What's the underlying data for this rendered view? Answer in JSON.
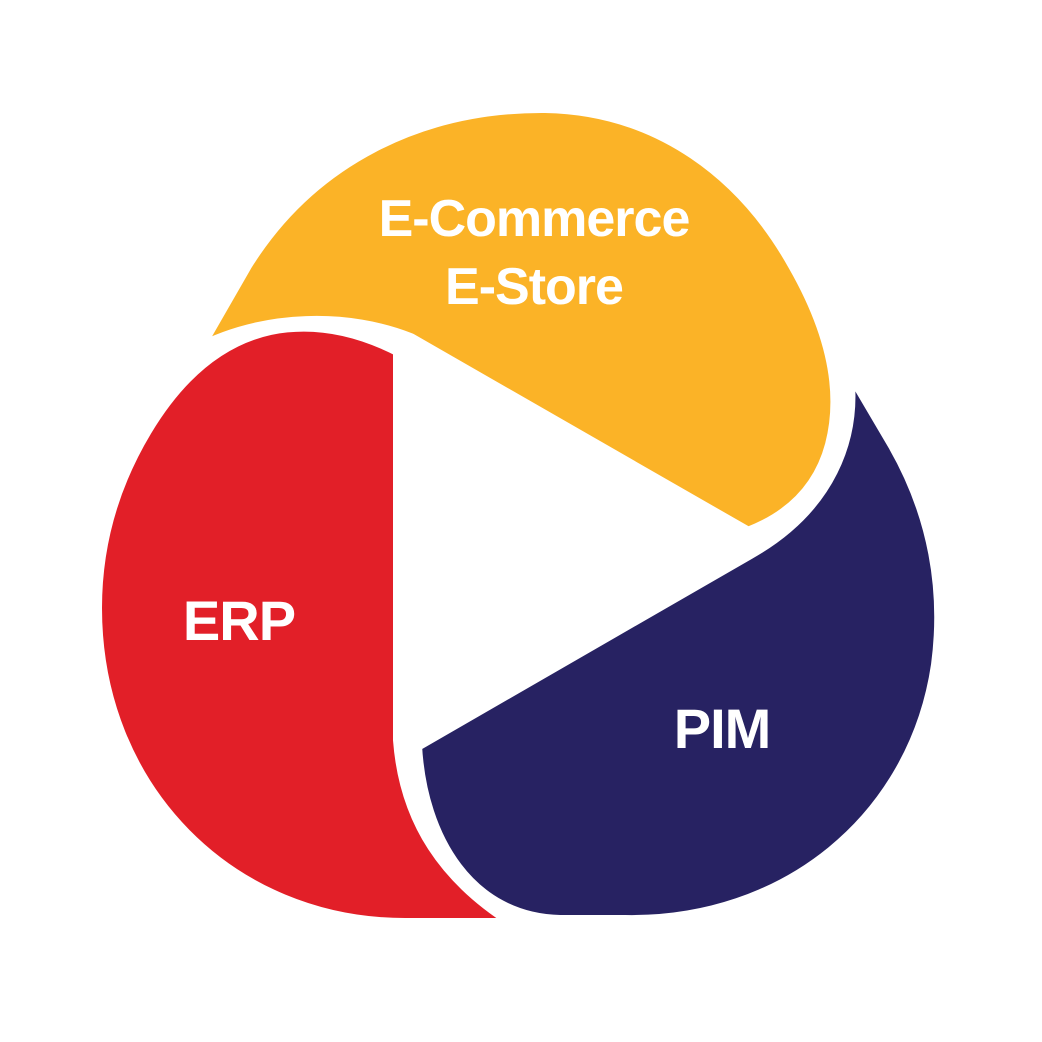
{
  "diagram": {
    "segments": [
      {
        "id": "ecommerce",
        "lines": [
          "E-Commerce",
          "E-Store"
        ],
        "color": "#FBB327"
      },
      {
        "id": "erp",
        "lines": [
          "ERP"
        ],
        "color": "#E21F28"
      },
      {
        "id": "pim",
        "lines": [
          "PIM"
        ],
        "color": "#272262"
      }
    ],
    "center_color": "#FFFFFF",
    "stroke_color": "#FFFFFF"
  }
}
